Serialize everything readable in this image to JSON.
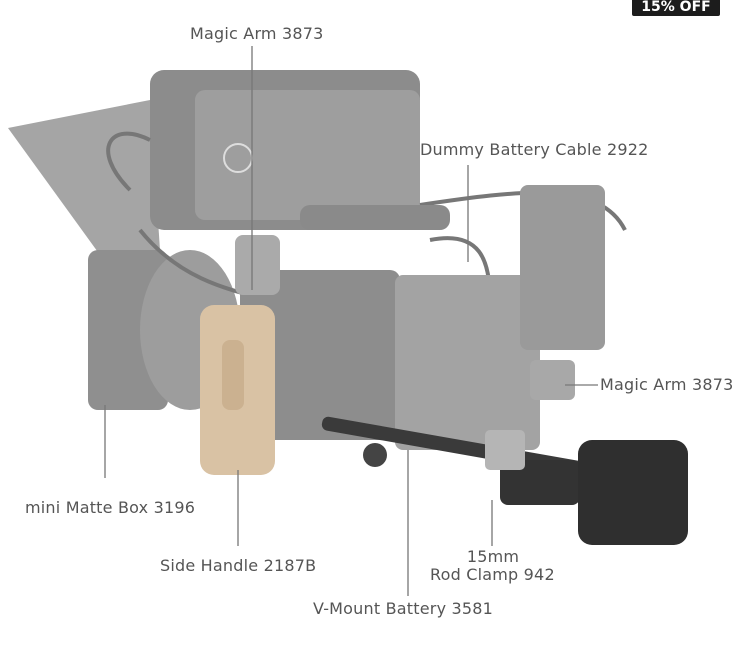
{
  "badge": "15% OFF",
  "labels": {
    "magic_arm_top": "Magic Arm 3873",
    "dummy_battery_cable": "Dummy Battery Cable 2922",
    "magic_arm_right": "Magic Arm 3873",
    "matte_box": "mini Matte Box 3196",
    "side_handle": "Side Handle 2187B",
    "rod_clamp_line1": "15mm",
    "rod_clamp_line2": "Rod Clamp 942",
    "vmount_battery": "V-Mount Battery 3581"
  },
  "colors": {
    "body_grey": "#9a9a9a",
    "dark_grey": "#6e6e6e",
    "wood": "#d9c2a4",
    "label": "#555555",
    "badge": "#1c1c1c"
  }
}
